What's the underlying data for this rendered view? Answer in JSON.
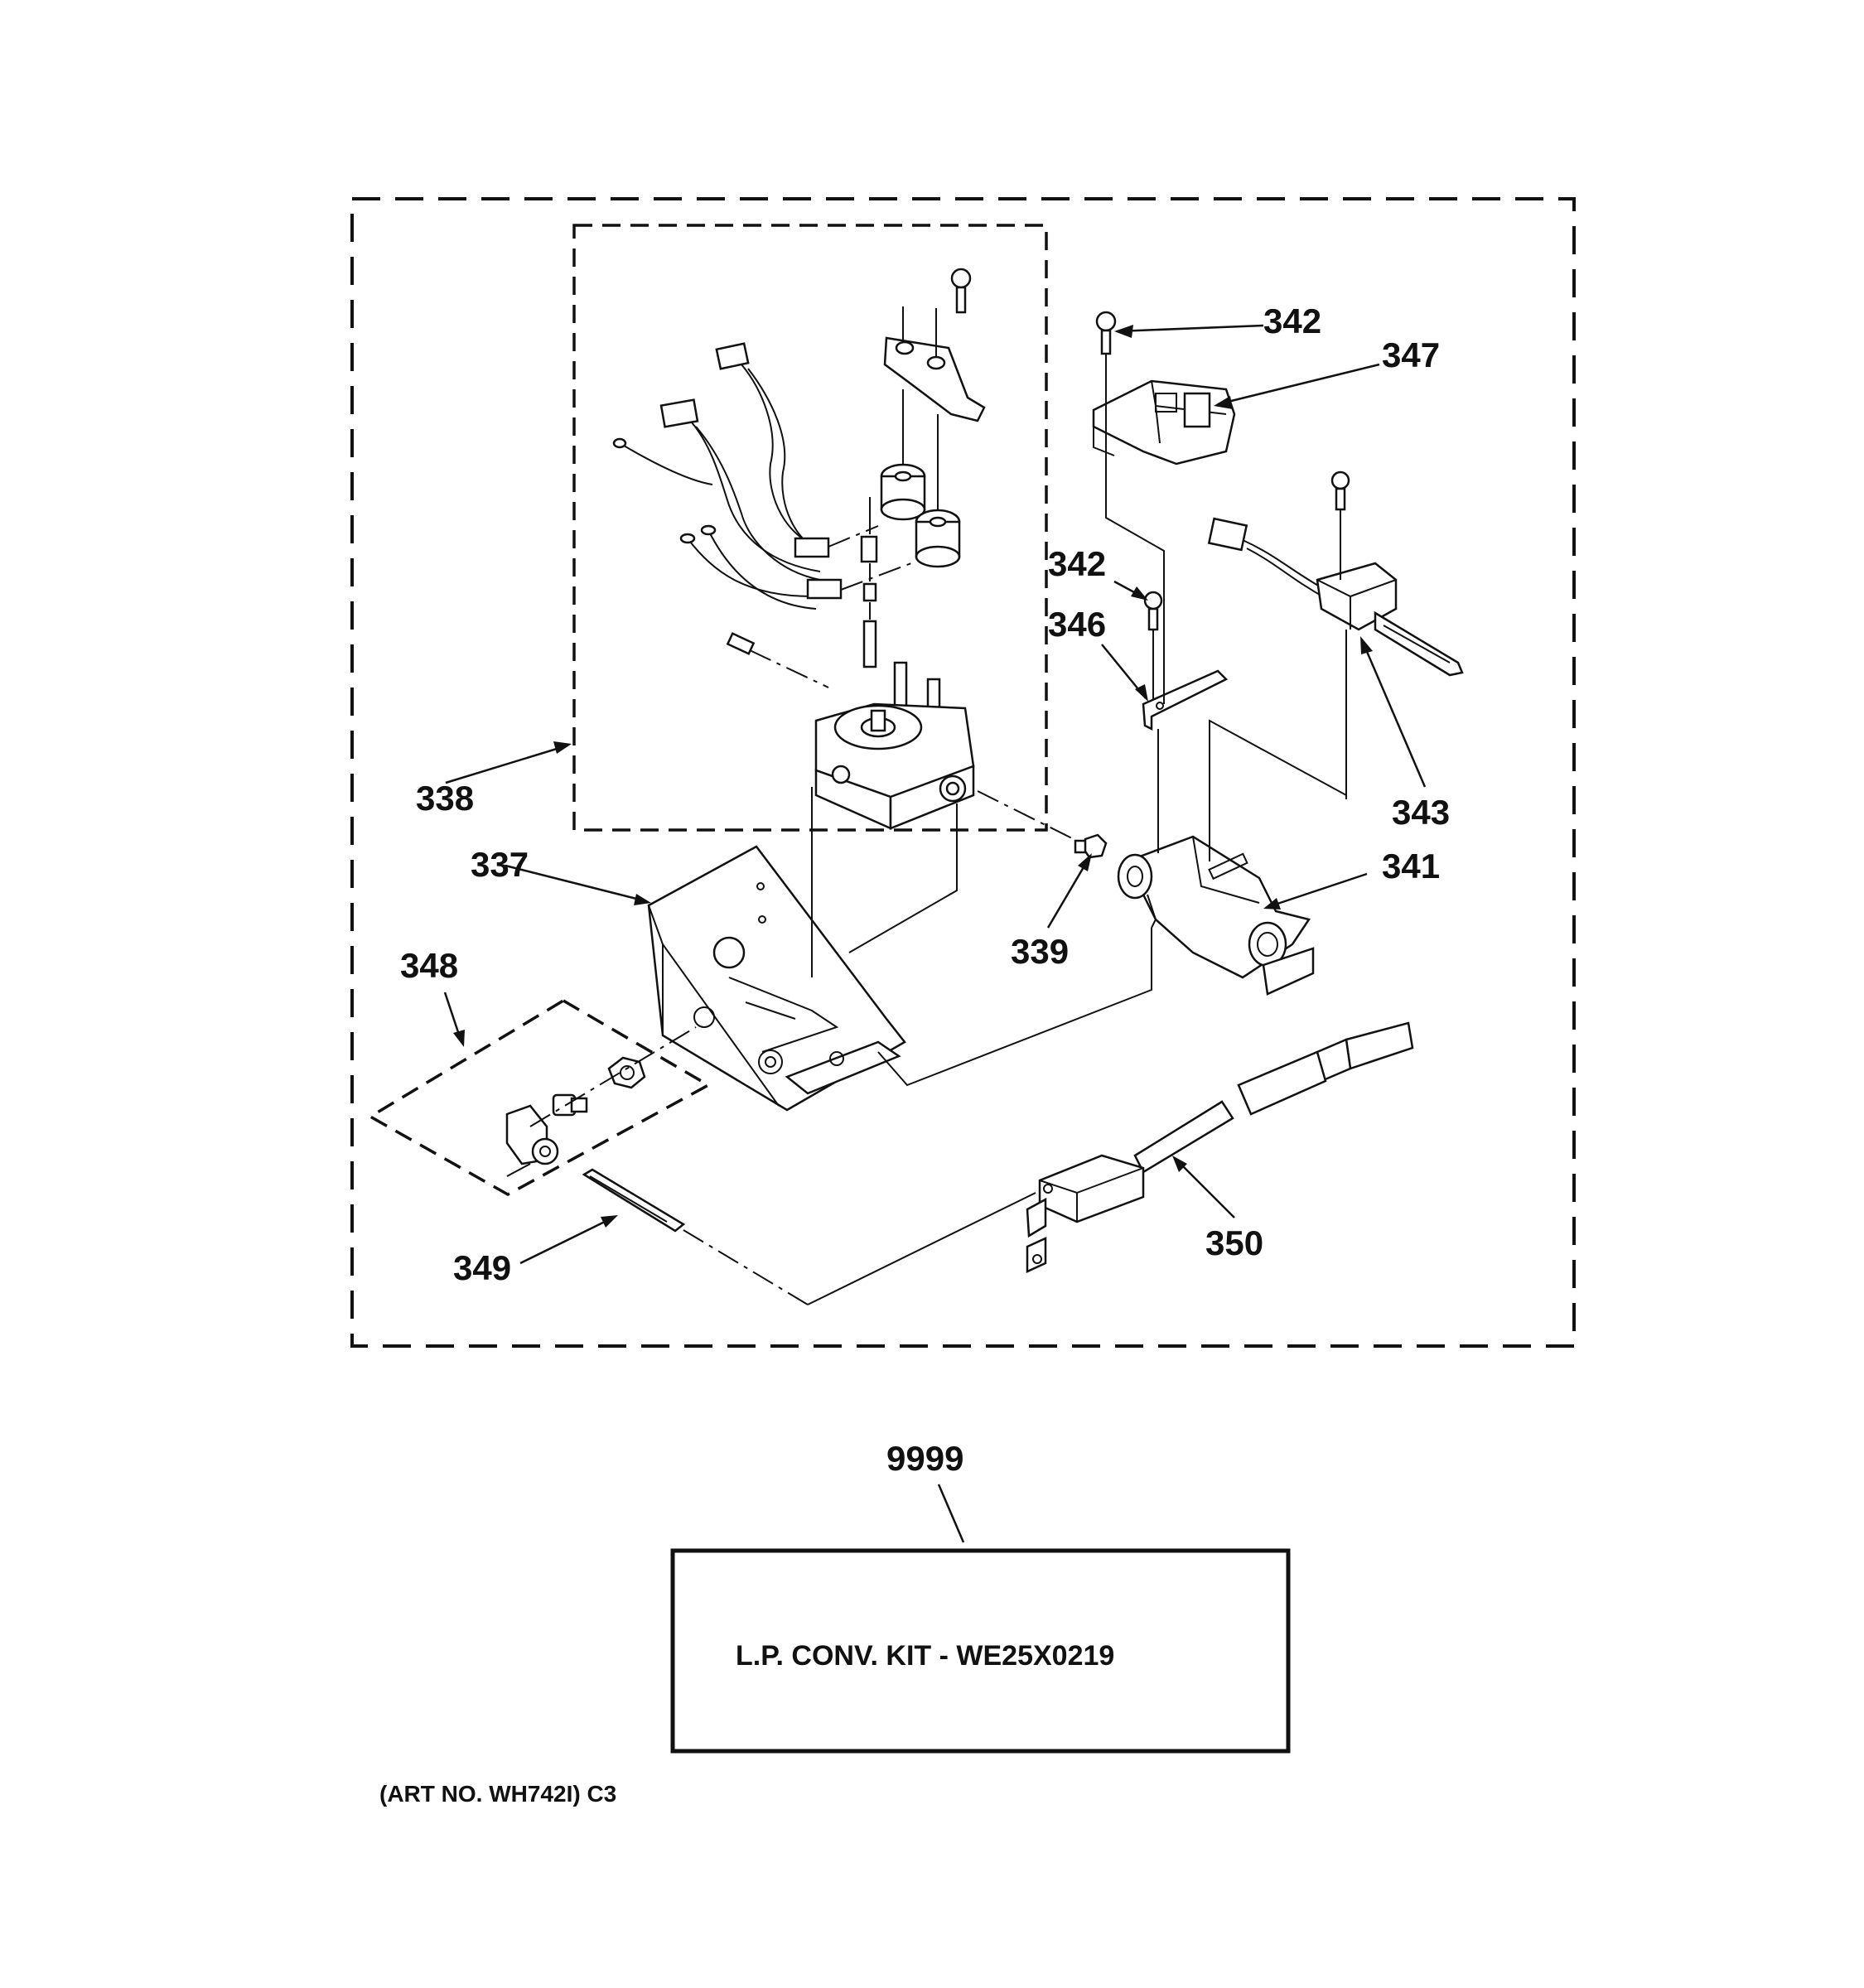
{
  "callouts": {
    "c342a": "342",
    "c347": "347",
    "c342b": "342",
    "c346": "346",
    "c343": "343",
    "c338": "338",
    "c337": "337",
    "c341": "341",
    "c339": "339",
    "c348": "348",
    "c349": "349",
    "c350": "350",
    "c9999": "9999"
  },
  "kit_box": {
    "label": "L.P. CONV. KIT - WE25X0219"
  },
  "art_number": "(ART NO. WH742I) C3"
}
